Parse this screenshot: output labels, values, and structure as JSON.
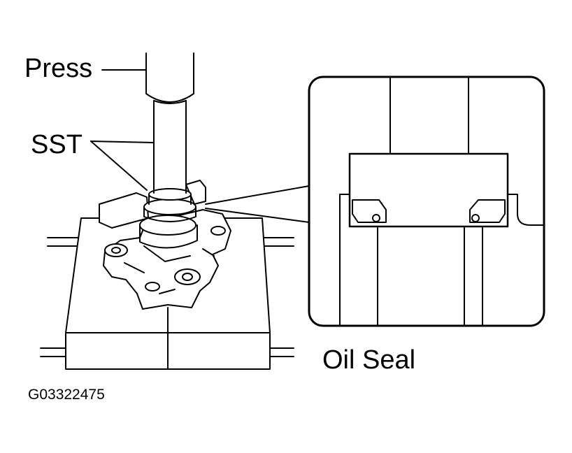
{
  "labels": {
    "press": "Press",
    "sst": "SST",
    "oil_seal": "Oil Seal",
    "figure_code": "G03322475"
  },
  "colors": {
    "ink": "#000000",
    "paper": "#ffffff"
  }
}
